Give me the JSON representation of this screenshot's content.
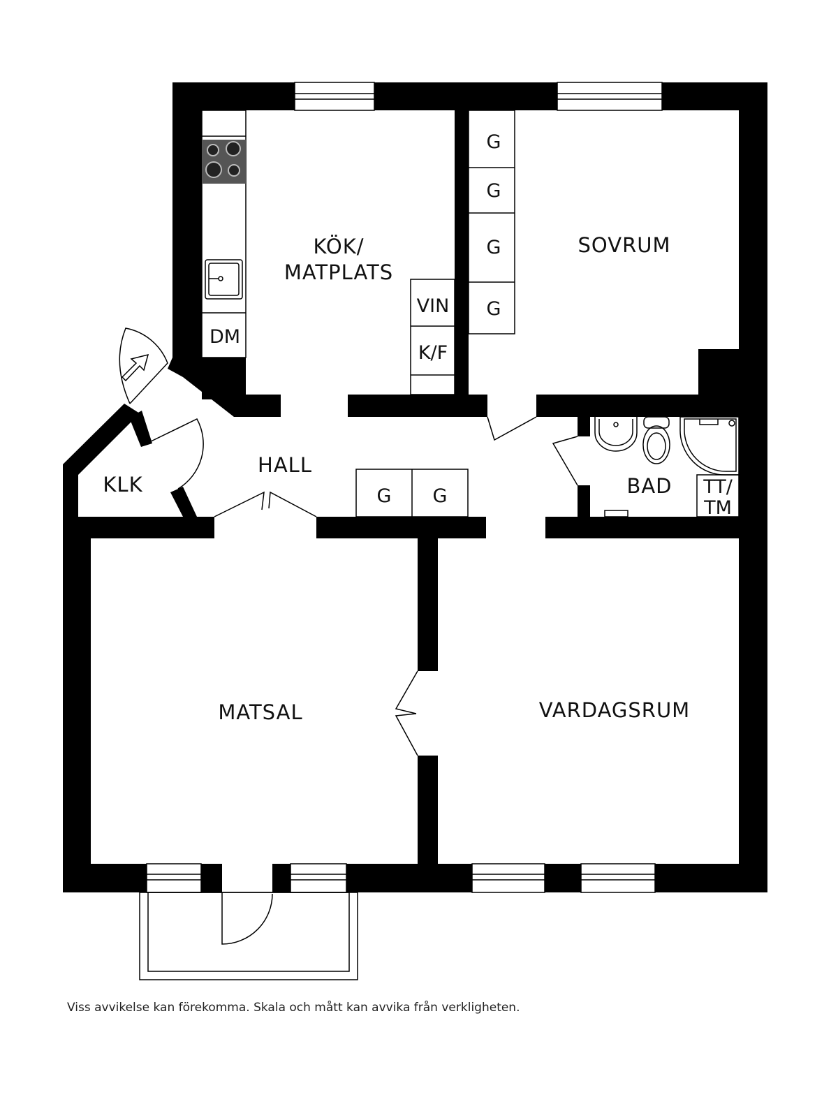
{
  "rooms": {
    "kitchen_line1": "KÖK/",
    "kitchen_line2": "MATPLATS",
    "bedroom": "SOVRUM",
    "hall": "HALL",
    "closet": "KLK",
    "bath": "BAD",
    "dining": "MATSAL",
    "living": "VARDAGSRUM"
  },
  "fixtures": {
    "wardrobe": "G",
    "dishwasher": "DM",
    "wine": "VIN",
    "fridge_freezer": "K/F",
    "washer_line1": "TT/",
    "washer_line2": "TM"
  },
  "disclaimer": "Viss avvikelse kan förekomma. Skala och mått kan avvika från verkligheten.",
  "colors": {
    "wall": "#000000",
    "background": "#ffffff",
    "stove": "#555555"
  }
}
